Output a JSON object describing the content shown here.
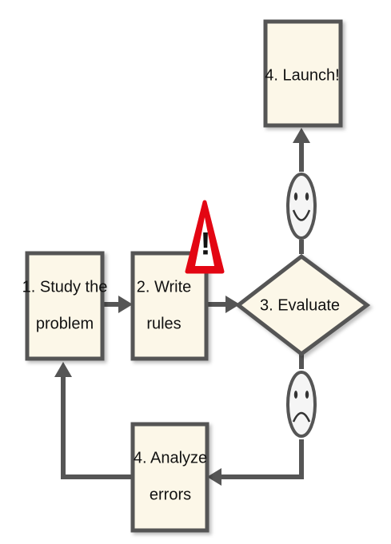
{
  "colors": {
    "box_fill": "#fcf7e8",
    "box_stroke": "#555555",
    "arrow": "#555555",
    "face_fill": "#f5f5f5",
    "warning_red": "#e30613"
  },
  "nodes": {
    "study": [
      "1. Study the",
      "problem"
    ],
    "write": [
      "2. Write",
      "rules"
    ],
    "evaluate": [
      "3. Evaluate"
    ],
    "launch": [
      "4. Launch!"
    ],
    "analyze": [
      "4. Analyze",
      "errors"
    ]
  },
  "icons": {
    "happy": "smiley-face-icon",
    "sad": "sad-face-icon",
    "warning": "warning-triangle-icon"
  },
  "warning_symbol": "!"
}
